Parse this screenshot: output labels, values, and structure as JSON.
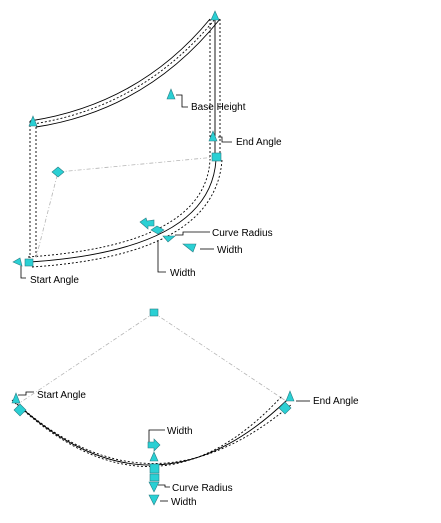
{
  "colors": {
    "grip_fill": "#2ad0d4",
    "grip_stroke": "#2a7f86",
    "line": "#000000",
    "guide": "#b5b5b5"
  },
  "iso_view": {
    "labels": {
      "base_height": "Base Height",
      "end_angle": "End Angle",
      "curve_radius": "Curve Radius",
      "width_right": "Width",
      "width_below": "Width",
      "start_angle": "Start Angle"
    },
    "icons": [
      "triangle-grip-icon",
      "square-grip-icon",
      "diamond-grip-icon",
      "arrow-grip-icon"
    ]
  },
  "plan_view": {
    "labels": {
      "start_angle": "Start Angle",
      "end_angle": "End Angle",
      "width_top": "Width",
      "curve_radius": "Curve Radius",
      "width_bottom": "Width"
    }
  }
}
